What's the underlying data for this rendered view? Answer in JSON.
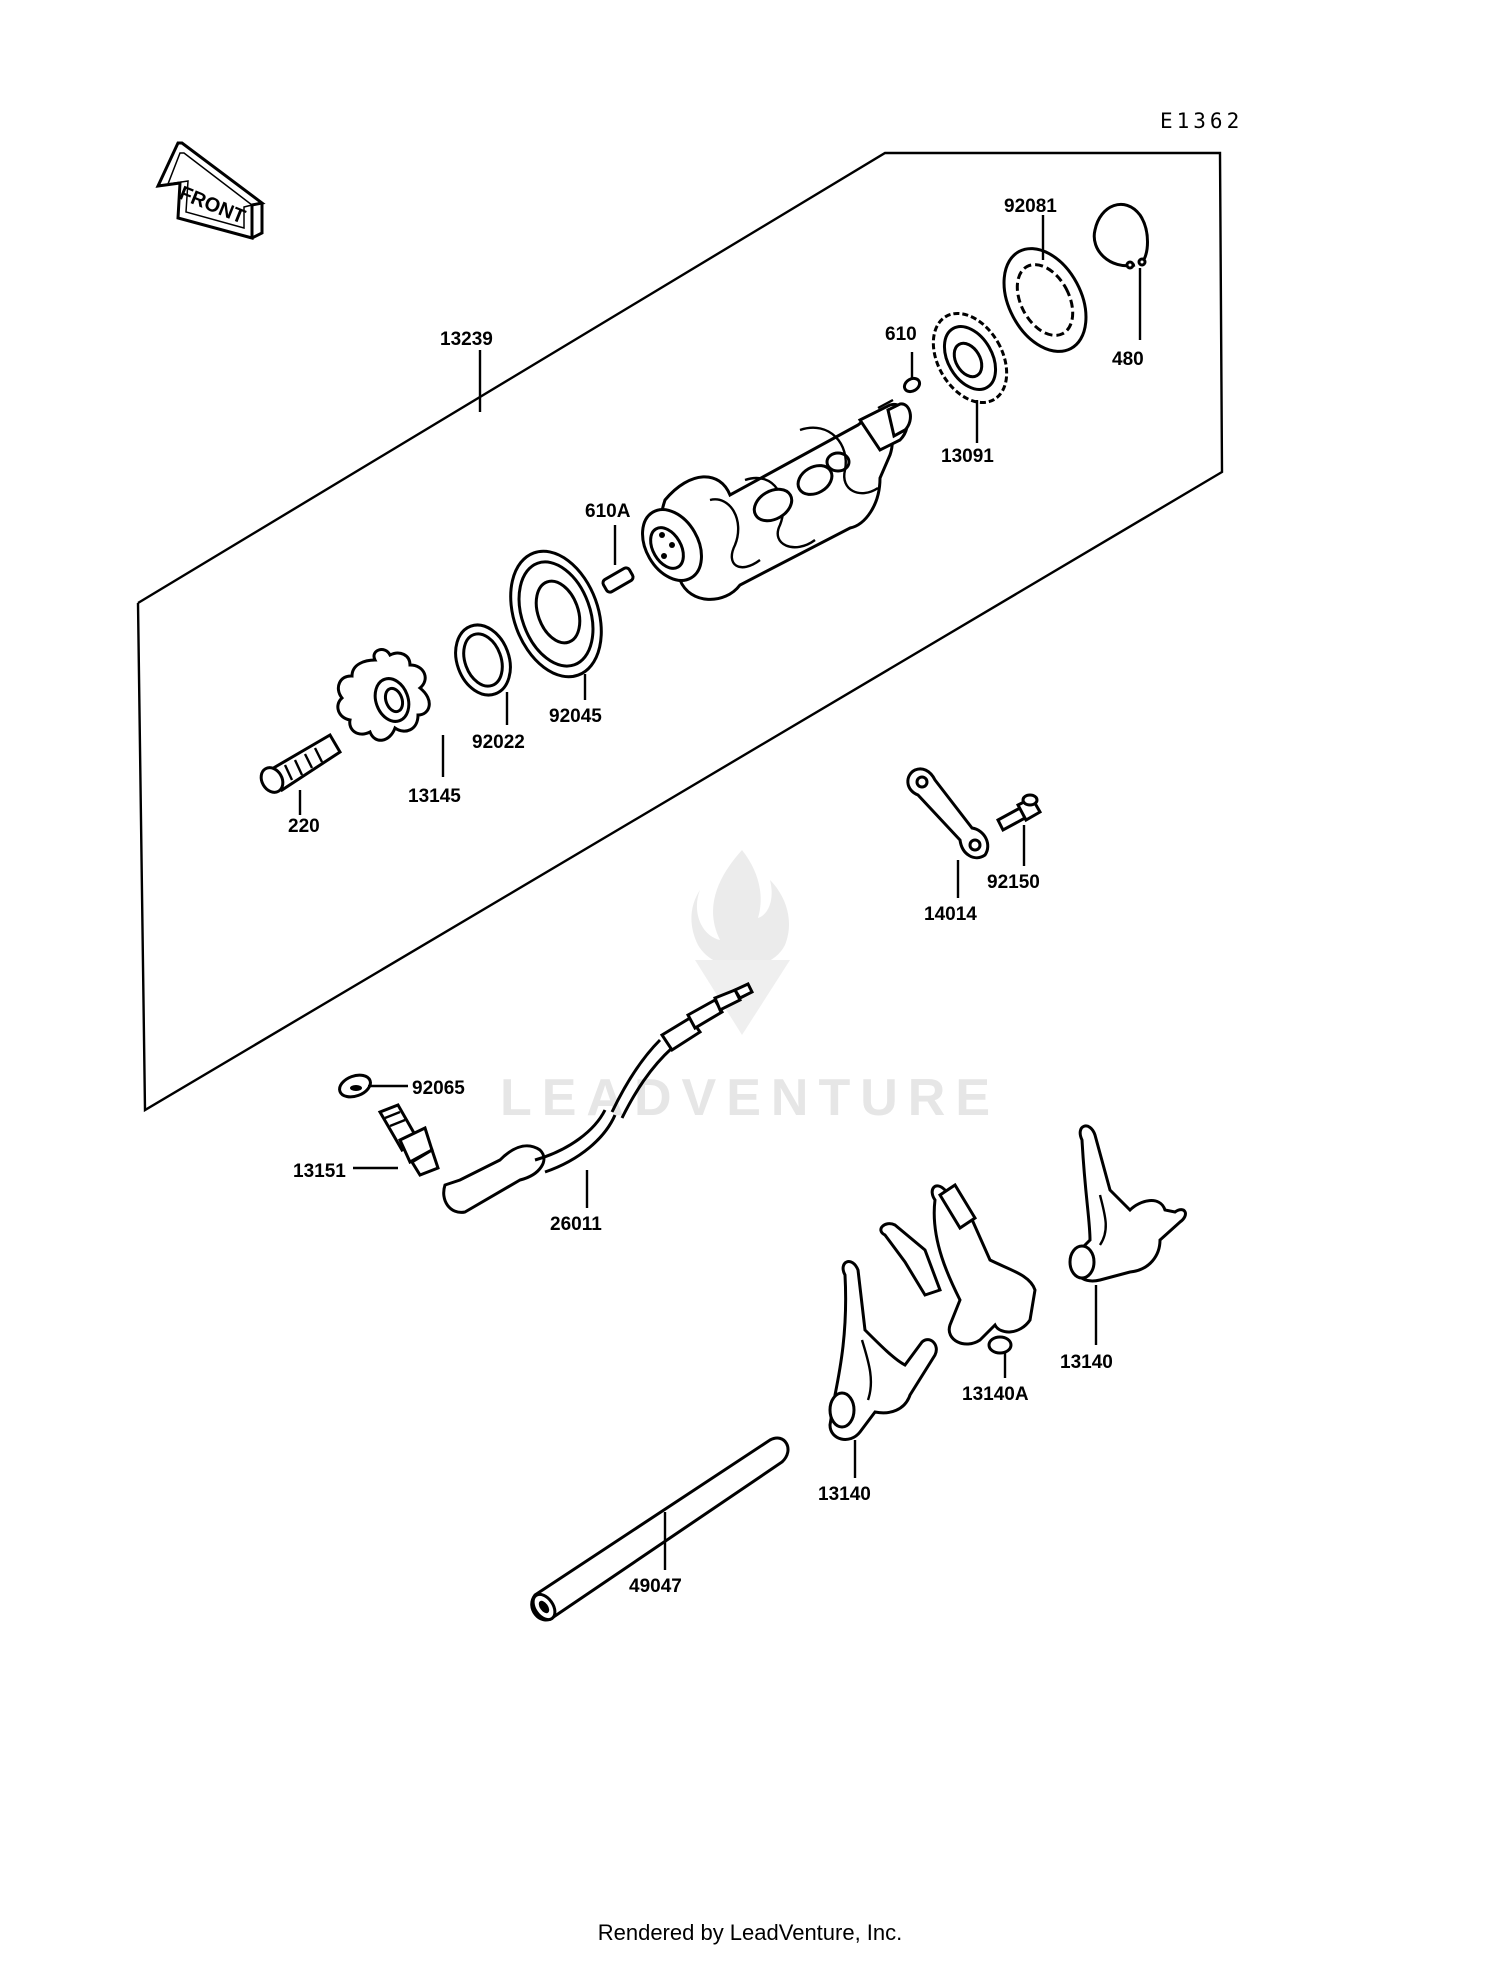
{
  "diagram_code": "E1362",
  "front_label": "FRONT",
  "watermark": "LEADVENTURE",
  "footer": "Rendered by LeadVenture, Inc.",
  "callouts": {
    "p13239": "13239",
    "p92081": "92081",
    "p610": "610",
    "p480": "480",
    "p13091": "13091",
    "p610A": "610A",
    "p92045": "92045",
    "p92022": "92022",
    "p13145": "13145",
    "p220": "220",
    "p14014": "14014",
    "p92150": "92150",
    "p92065": "92065",
    "p13151": "13151",
    "p26011": "26011",
    "p13140_right": "13140",
    "p13140A": "13140A",
    "p13140_left": "13140",
    "p49047": "49047"
  }
}
